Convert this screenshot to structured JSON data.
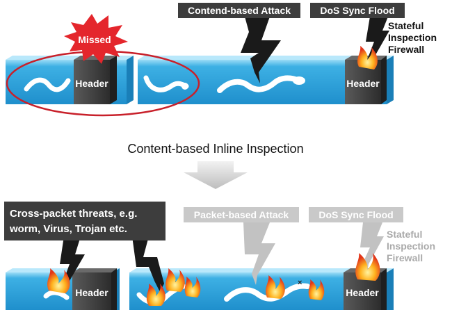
{
  "top": {
    "missed_label": "Missed",
    "header_left": "Header",
    "header_right": "Header",
    "attack_label": "Contend-based Attack",
    "dos_label": "DoS Sync Flood",
    "firewall_lines": [
      "Stateful",
      "Inspection",
      "Firewall"
    ]
  },
  "middle": {
    "title": "Content-based Inline Inspection"
  },
  "bottom": {
    "threats_lines": [
      "Cross-packet threats, e.g.",
      "worm, Virus, Trojan etc."
    ],
    "packet_attack_label": "Packet-based Attack",
    "dos_label": "DoS Sync Flood",
    "firewall_lines": [
      "Stateful",
      "Inspection",
      "Firewall"
    ],
    "header_left": "Header",
    "header_right": "Header"
  },
  "colors": {
    "pipe_blue": "#2aa3dd",
    "pipe_top": "#7fd0f2",
    "header_box": "#3d3d3d",
    "bolt": "#1a1a1a",
    "bolt_faded": "#c2c2c2",
    "missed_burst": "#e4262c",
    "ellipse": "#c8202a",
    "arrow_gray": "#c9c9c9"
  }
}
